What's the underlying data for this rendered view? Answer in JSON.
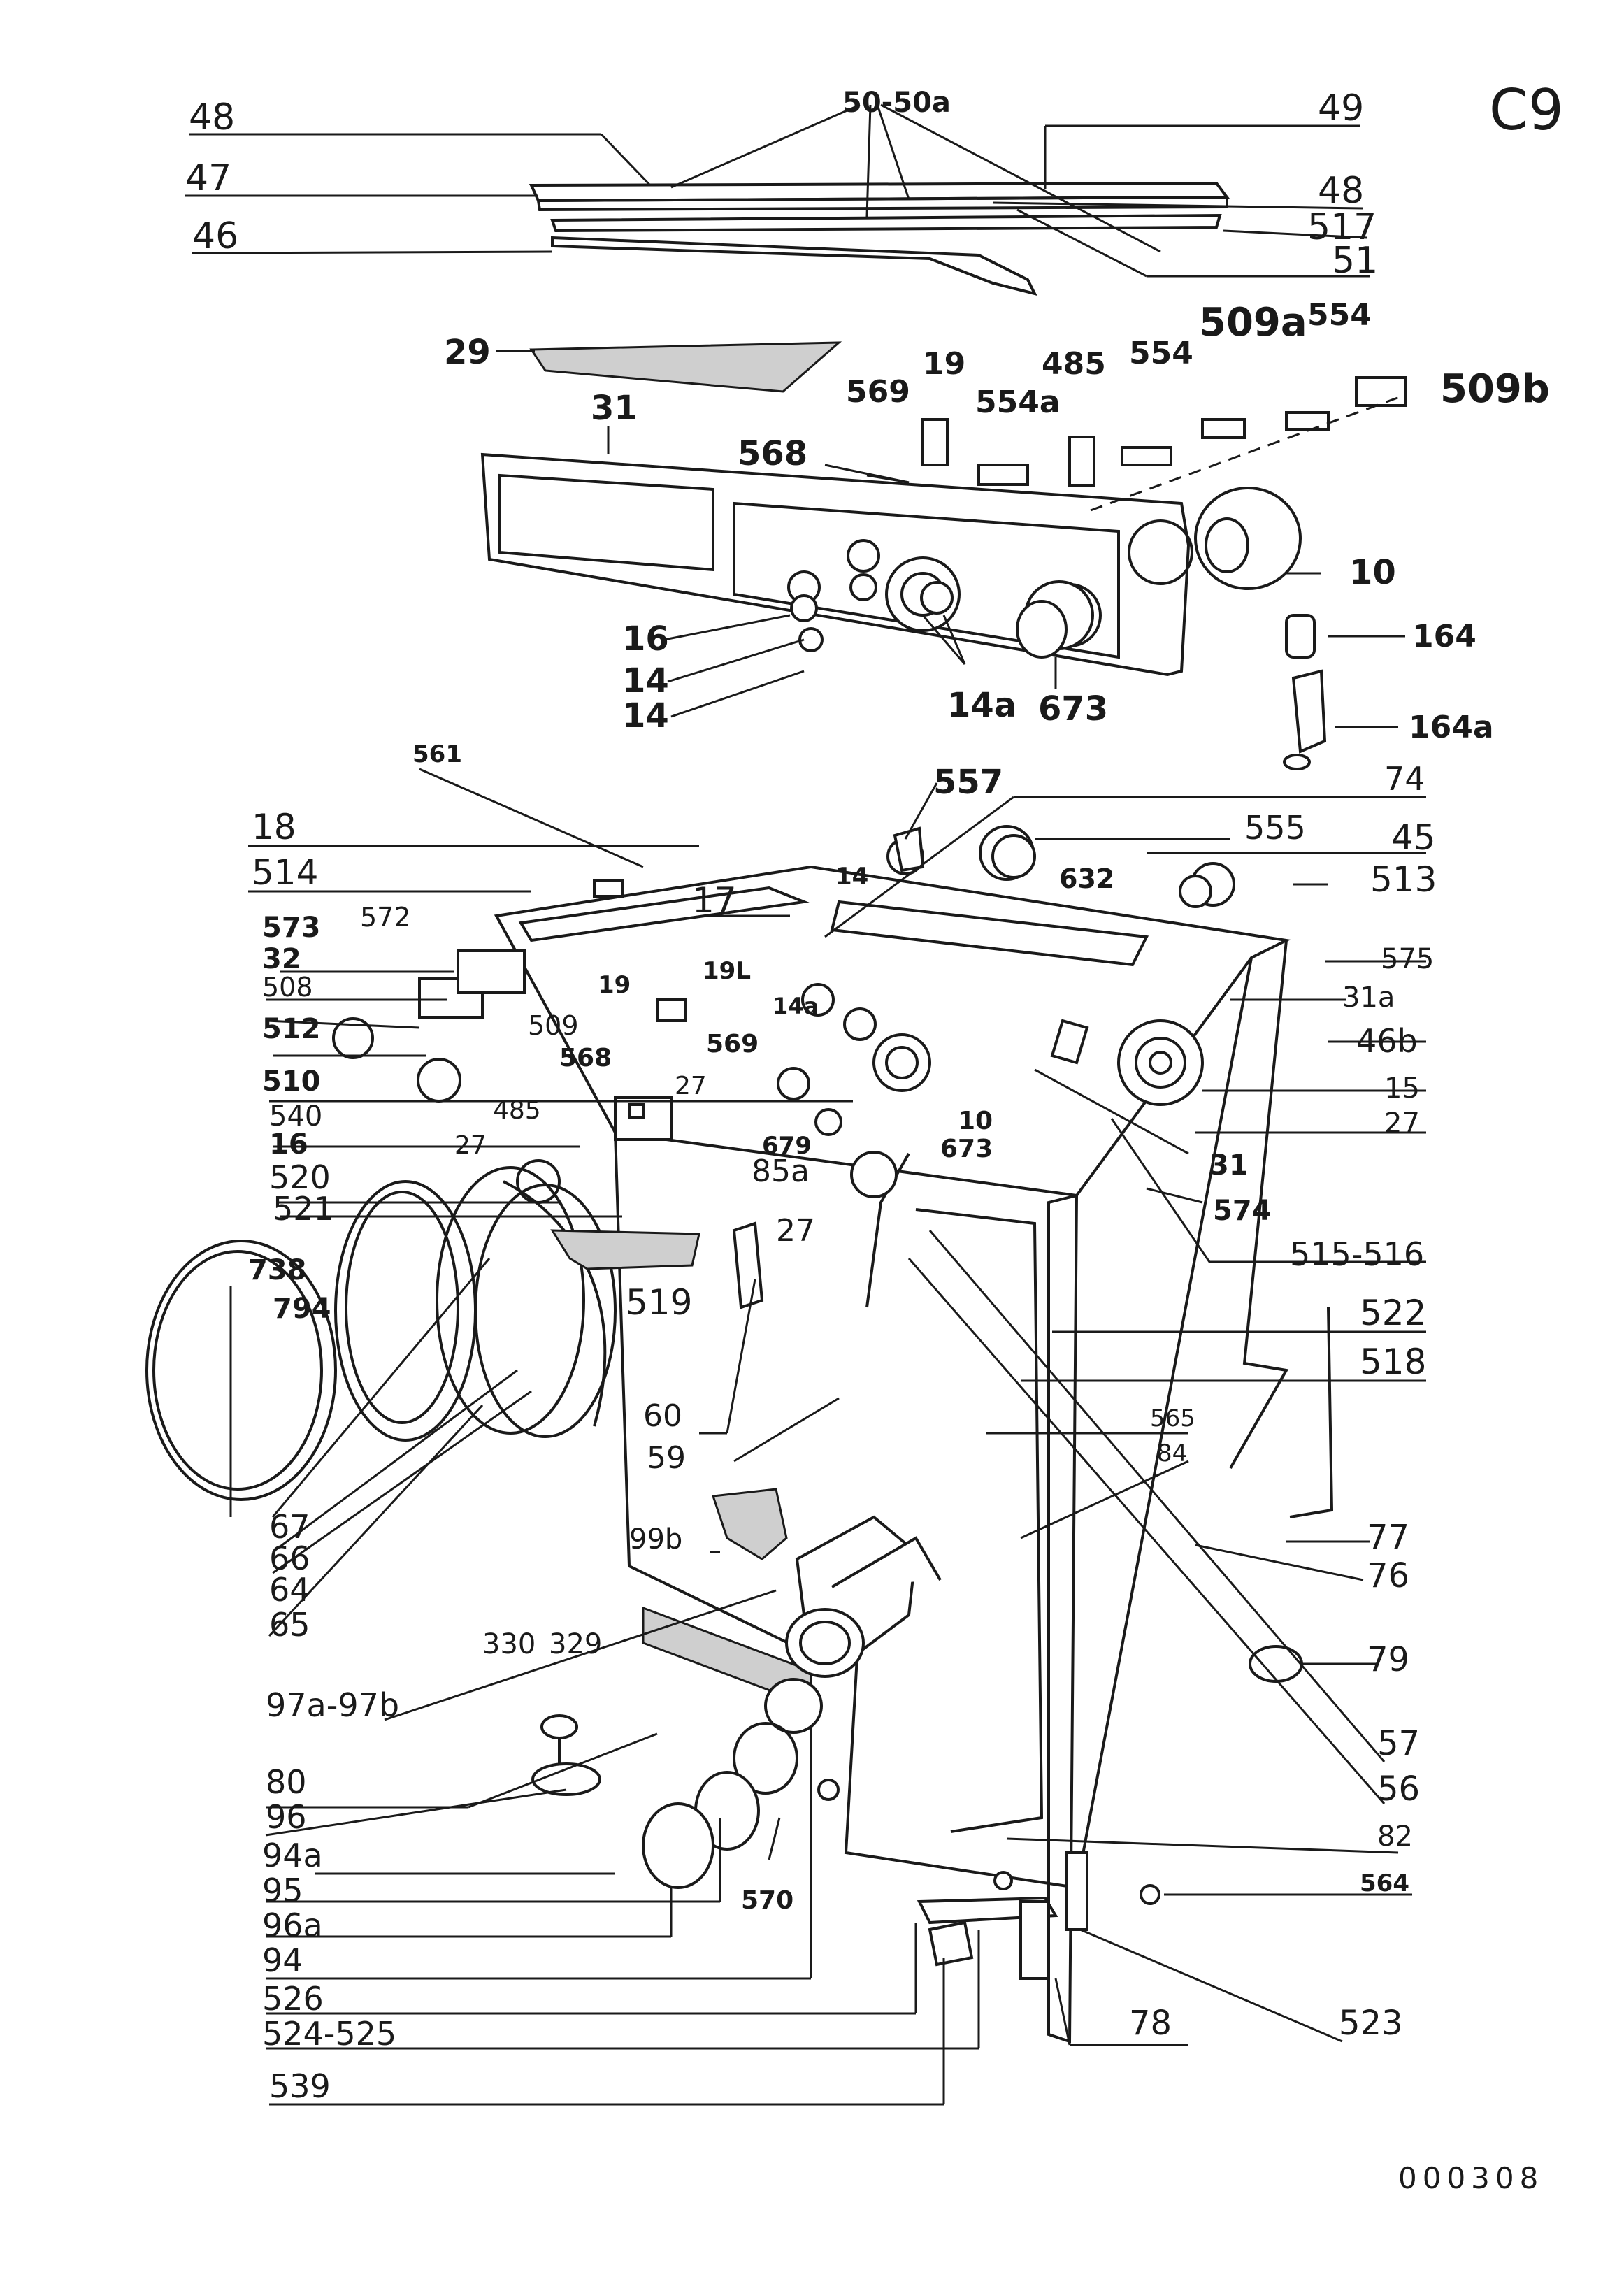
{
  "sheet": {
    "page_code": "C9",
    "drawing_number": "000308"
  },
  "parts": [
    "48",
    "47",
    "46",
    "50-50a",
    "49",
    "48",
    "517",
    "51",
    "29",
    "31",
    "569",
    "19",
    "485",
    "554a",
    "554",
    "509a",
    "554",
    "509b",
    "568",
    "10",
    "16",
    "14",
    "14",
    "14a",
    "673",
    "164",
    "164a",
    "561",
    "18",
    "514",
    "17",
    "557",
    "555",
    "74",
    "45",
    "513",
    "632",
    "14",
    "573",
    "572",
    "32",
    "508",
    "509",
    "19",
    "19L",
    "14a",
    "569",
    "512",
    "568",
    "27",
    "510",
    "679",
    "10",
    "540",
    "485",
    "27",
    "16",
    "85a",
    "673",
    "520",
    "27",
    "521",
    "575",
    "31a",
    "46b",
    "15",
    "27",
    "31",
    "574",
    "515-516",
    "738",
    "794",
    "519",
    "522",
    "518",
    "60",
    "59",
    "565",
    "84",
    "67",
    "66",
    "64",
    "65",
    "99b",
    "330",
    "329",
    "77",
    "76",
    "97a-97b",
    "79",
    "80",
    "96",
    "94a",
    "95",
    "96a",
    "94",
    "526",
    "524-525",
    "539",
    "570",
    "57",
    "56",
    "82",
    "564",
    "78",
    "523"
  ]
}
